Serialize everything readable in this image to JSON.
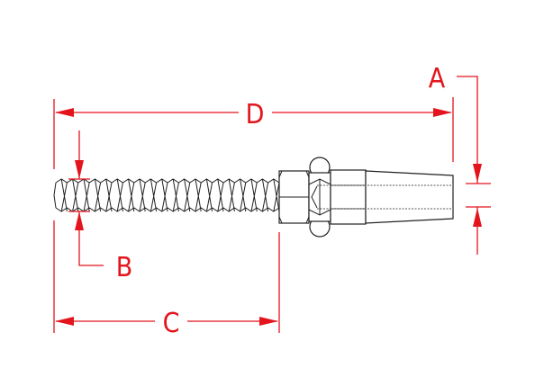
{
  "drawing": {
    "labels": {
      "a": "A",
      "b": "B",
      "c": "C",
      "d": "D"
    },
    "colors": {
      "dimension": "#e3141c",
      "part": "#222222"
    }
  }
}
